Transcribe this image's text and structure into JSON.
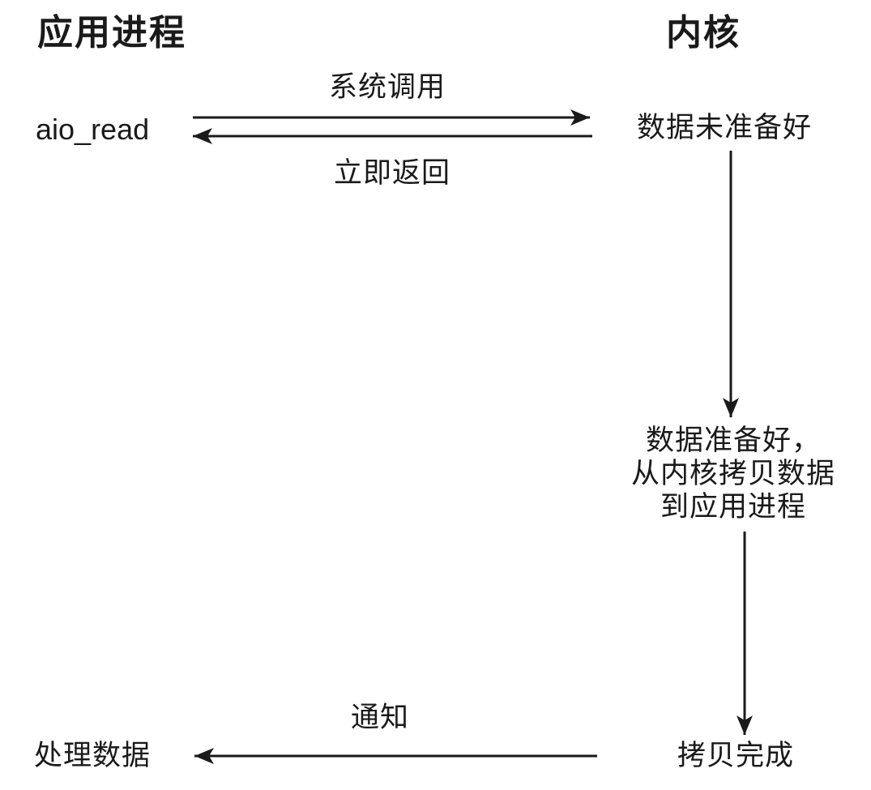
{
  "headers": {
    "app_process": "应用进程",
    "kernel": "内核"
  },
  "nodes": {
    "aio_read": "aio_read",
    "data_not_ready": "数据未准备好",
    "data_ready": {
      "line1": "数据准备好，",
      "line2": "从内核拷贝数据",
      "line3": "到应用进程"
    },
    "copy_complete": "拷贝完成",
    "process_data": "处理数据"
  },
  "arrows": {
    "system_call": {
      "label": "系统调用",
      "direction": "right"
    },
    "immediate_return": {
      "label": "立即返回",
      "direction": "left"
    },
    "kernel_wait": {
      "direction": "down"
    },
    "kernel_copy": {
      "direction": "down"
    },
    "notify": {
      "label": "通知",
      "direction": "left"
    }
  },
  "colors": {
    "ink": "#1a1a1a",
    "background": "#ffffff"
  }
}
